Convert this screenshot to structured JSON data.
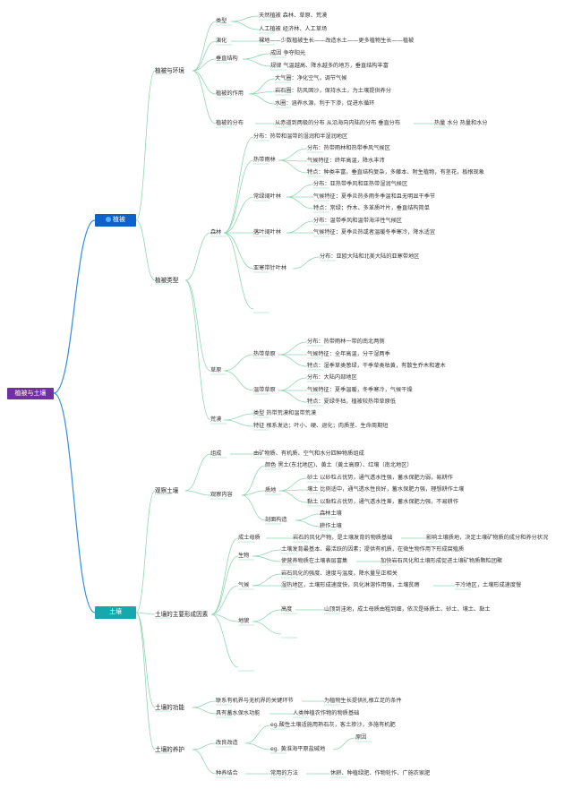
{
  "root": "植被与土壤",
  "veg": {
    "title": "植被",
    "icon": "globe-icon",
    "env": {
      "title": "植被与环境",
      "type": {
        "label": "类型",
        "items": [
          "天然植被 森林、草原、荒漠",
          "人工植被 经济林、人工草场"
        ]
      },
      "evo": {
        "label": "演化",
        "items": [
          "裸地——少数植被生长——改造水土——更多植物生长——植被"
        ]
      },
      "vert": {
        "label": "垂直结构",
        "items": [
          "成因 争夺阳光",
          "规律 气温越高、降水越多的地方，垂直结构丰富"
        ]
      },
      "role": {
        "label": "植被的作用",
        "items": [
          "大气圈：净化空气，调节气候",
          "岩石圈：防风固沙，保持水土，为土壤提供养分",
          "水圈：涵养水源，利于下渗，促进水循环"
        ]
      },
      "dist": {
        "label": "植被的分布",
        "text": "从赤道到两极的分布 从沿海向内陆的分布 垂直分布",
        "tail": "热量 水分 热量和水分"
      }
    },
    "kinds": {
      "title": "植被类型",
      "forest": {
        "label": "森林",
        "dist": "分布：热带和温带的湿润和半湿润地区",
        "rain": {
          "label": "热带雨林",
          "items": [
            "分布：热带雨林和热带季风气候区",
            "气候特征：终年高温，降水丰沛",
            "特点：种类丰富，垂直结构复杂，多藤本、附生植物，有茎花，板根现象"
          ]
        },
        "ever": {
          "label": "常绿阔叶林",
          "items": [
            "分布：亚热带季风和亚热带湿润气候区",
            "气候特征：夏季炎热多雨冬季温和且无明显干季节",
            "特点：常绿；乔木、多革质叶片，垂直结构简单"
          ]
        },
        "decid": {
          "label": "落叶阔叶林",
          "items": [
            "分布：温带季风和温带海洋性气候区",
            "气候特征：夏季炎热或者温暖冬季寒冷，降水适宜"
          ]
        },
        "conif": {
          "label": "亚寒带针叶林",
          "items": [
            "分布：亚欧大陆和北美大陆的亚寒带地区"
          ]
        }
      },
      "grass": {
        "label": "草原",
        "trop": {
          "label": "热带草原",
          "items": [
            "分布：热带雨林一带的南北两侧",
            "气候特征：全年高温，分干湿两季",
            "特点：湿季草类葱绿，干季草类枯黄，有散生乔木和灌木"
          ]
        },
        "temp": {
          "label": "温带草原",
          "items": [
            "分布：大陆内部地区",
            "气候特征：夏季温暖，冬季寒冷，气候干燥",
            "特点：夏绿冬枯，植被较热带草原低"
          ]
        }
      },
      "desert": {
        "label": "荒漠",
        "items": [
          "类型 热带荒漠和温带荒漠",
          "特征 根系发达；叶小、硬、退化；肉质茎、生命周期短"
        ]
      }
    }
  },
  "soil": {
    "title": "土壤",
    "obs": {
      "title": "观察土壤",
      "comp": {
        "label": "组成",
        "text": "由矿物质、有机质、空气和水分四种物质组成"
      },
      "content": {
        "label": "观察内容",
        "color": "颜色 黑土(东北地区)、黄土（黄土高原）、红壤（南北地区）",
        "texture": {
          "label": "质地",
          "items": [
            "砂土 以砂粒占优势，通气透水性强，蓄水保肥力弱，易耕作",
            "壤土 比例适中，通气透水性良好，蓄水保肥力强，理想耕作土壤",
            "黏土 以黏粒占优势，通气透水性差，蓄水保肥力强，不易耕作"
          ]
        },
        "profile": {
          "label": "剖面构造",
          "items": [
            "森林土壤",
            "耕作土壤"
          ]
        }
      }
    },
    "factors": {
      "title": "土壤的主要形成因素",
      "parent": {
        "label": "成土母质",
        "text": "岩石的风化产物，是土壤发育的物质基础",
        "tail": "影响土壤质地，决定土壤矿物质的成分和养分状况"
      },
      "bio": {
        "label": "生物",
        "items": [
          "土壤发育最基本、最活跃的因素；提供有机质，在微生物作用下形成腐殖质",
          "使营养物质在土壤表层富集"
        ],
        "tail": "加快岩石风化和土壤形成促进土壤矿物质颗粒团聚"
      },
      "climate": {
        "label": "气候",
        "items": [
          "岩石风化的强度、速度与温度，降水量呈正相关",
          "湿热地区，土壤形成速度快，风化淋溶作用强，土壤贫瘠"
        ],
        "tail": "干冷地区，土壤形成速度慢"
      },
      "terrain": {
        "label": "地貌",
        "sub": "高度",
        "text": "山顶到洼地，成土母质由粗到细，依次是砾质土、砂土、壤土、黏土"
      }
    },
    "func": {
      "title": "土壤的功能",
      "items": [
        "联系有机界与无机界的关键环节",
        "具有蓄水保水功能"
      ],
      "tails": [
        "为植物生长提供扎根立足的条件",
        "人类种植农作物的物质基础"
      ]
    },
    "care": {
      "title": "土壤的养护",
      "improve": {
        "label": "改良改造",
        "items": [
          "eg.酸性土壤适施用熟石灰，客土掺沙，多施有机肥",
          "eg. 黄淮海平原盐碱地"
        ],
        "tail": "原因"
      },
      "mix": {
        "label": "种养结合",
        "text": "常用的方法",
        "tail": "休耕、种植绿肥、作物轮作、广施农家肥"
      }
    }
  }
}
